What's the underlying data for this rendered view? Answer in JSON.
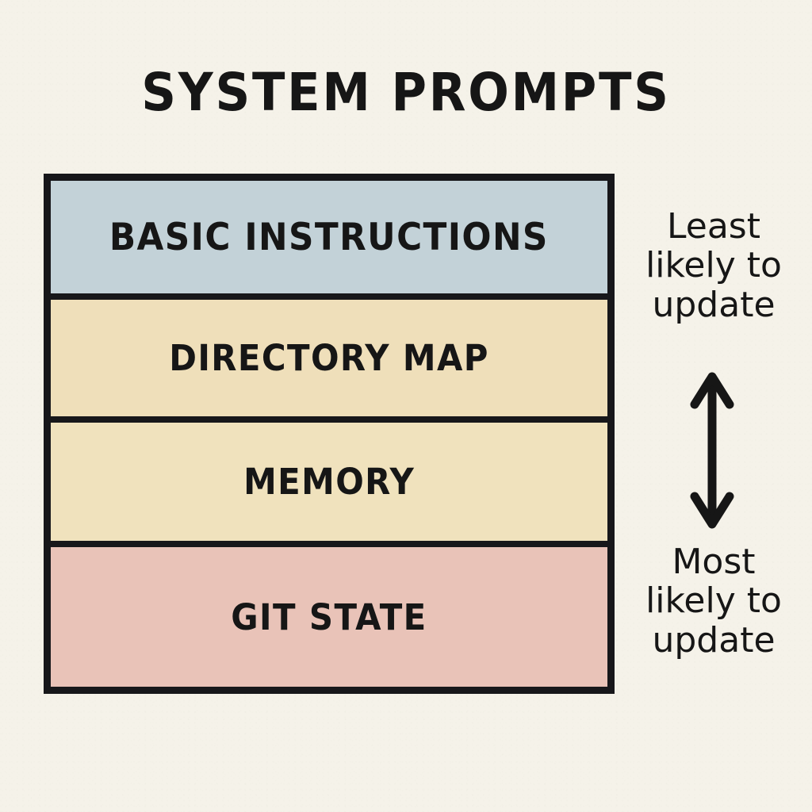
{
  "title": "SYSTEM PROMPTS",
  "palette": {
    "background": "#f5f2e9",
    "ink": "#161616",
    "border": "#17171a",
    "layer_basic_instructions": "#c3d2d8",
    "layer_directory_map": "#efdfba",
    "layer_memory": "#f0e2bd",
    "layer_git_state": "#e9c3b8"
  },
  "stack": {
    "layers": [
      {
        "label": "BASIC INSTRUCTIONS",
        "color": "#c3d2d8"
      },
      {
        "label": "DIRECTORY MAP",
        "color": "#efdfba"
      },
      {
        "label": "MEMORY",
        "color": "#f0e2bd"
      },
      {
        "label": "GIT STATE",
        "color": "#e9c3b8"
      }
    ]
  },
  "annotations": {
    "top": "Least\nlikely to\nupdate",
    "bottom": "Most\nlikely to\nupdate",
    "arrow": "double-headed-vertical-arrow"
  }
}
